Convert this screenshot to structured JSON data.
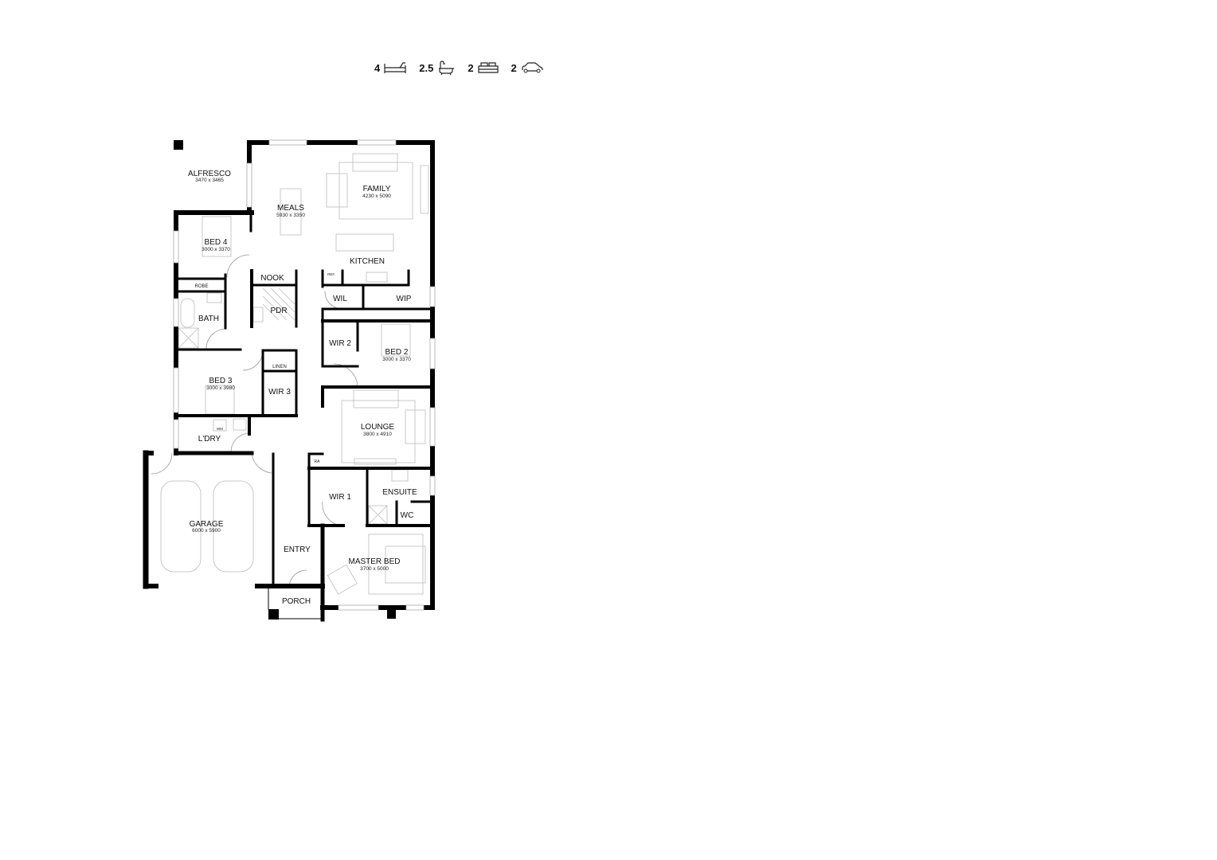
{
  "stats": {
    "bedrooms": {
      "value": "4",
      "icon": "bed-icon"
    },
    "bathrooms": {
      "value": "2.5",
      "icon": "bath-icon"
    },
    "living": {
      "value": "2",
      "icon": "sofa-icon"
    },
    "garage": {
      "value": "2",
      "icon": "car-icon"
    }
  },
  "rooms": {
    "alfresco": {
      "name": "ALFRESCO",
      "dims": "3470 x 3465"
    },
    "family": {
      "name": "FAMILY",
      "dims": "4230 x 5090"
    },
    "meals": {
      "name": "MEALS",
      "dims": "5930 x 3350"
    },
    "bed4": {
      "name": "BED 4",
      "dims": "3000 x 3370"
    },
    "kitchen": {
      "name": "KITCHEN"
    },
    "nook": {
      "name": "NOOK"
    },
    "ref": {
      "name": "REF."
    },
    "robe": {
      "name": "ROBE"
    },
    "pdr": {
      "name": "PDR"
    },
    "wil": {
      "name": "WIL"
    },
    "wip": {
      "name": "WIP"
    },
    "bath": {
      "name": "BATH"
    },
    "wir2": {
      "name": "WIR 2"
    },
    "bed2": {
      "name": "BED 2",
      "dims": "3000 x 3370"
    },
    "linen": {
      "name": "LINEN"
    },
    "bed3": {
      "name": "BED 3",
      "dims": "3000 x 3980"
    },
    "wir3": {
      "name": "WIR 3"
    },
    "lounge": {
      "name": "LOUNGE",
      "dims": "3800 x 4910"
    },
    "ldry": {
      "name": "L'DRY"
    },
    "wm": {
      "name": "WM"
    },
    "ra": {
      "name": "RA"
    },
    "ensuite": {
      "name": "ENSUITE"
    },
    "wir1": {
      "name": "WIR 1"
    },
    "wc": {
      "name": "WC"
    },
    "garage": {
      "name": "GARAGE",
      "dims": "6000 x 5900"
    },
    "entry": {
      "name": "ENTRY"
    },
    "master": {
      "name": "MASTER BED",
      "dims": "3700 x 5000"
    },
    "porch": {
      "name": "PORCH"
    }
  }
}
